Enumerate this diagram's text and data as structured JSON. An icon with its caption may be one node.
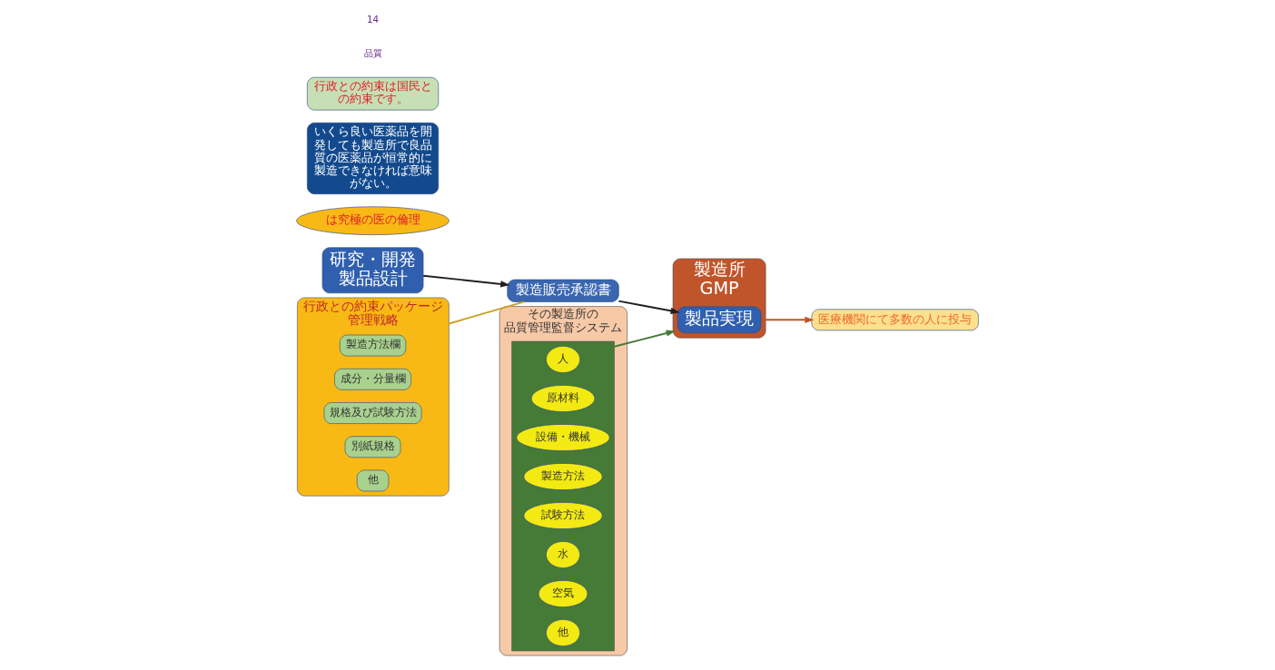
{
  "diagram": {
    "nodes": [
      {
        "text": [
          "研究・開発",
          "製品設計"
        ]
      },
      {
        "text": [
          "製造販売承認書"
        ]
      },
      {
        "text": [
          "製造所",
          "GMP"
        ]
      },
      {
        "text": [
          "製品実現"
        ],
        "in": 2
      },
      {
        "text": [
          "行政との約束パッケージ",
          "管理戦略"
        ]
      },
      {
        "text": [
          "製造方法欄"
        ],
        "in": 4
      },
      {
        "text": [
          "成分・分量欄"
        ],
        "in": 4
      },
      {
        "text": [
          "規格及び試験方法"
        ],
        "in": 4
      },
      {
        "text": [
          "別紙規格"
        ],
        "in": 4
      },
      {
        "text": [
          "他"
        ],
        "in": 4
      },
      {
        "text": [
          "その製造所の",
          "品質管理監督システム"
        ]
      },
      {
        "text": [],
        "shape": "box",
        "in": 10
      },
      {
        "text": [
          "人"
        ],
        "in": 11
      },
      {
        "text": [
          "原材料"
        ],
        "in": 11
      },
      {
        "text": [
          "設備・機械"
        ],
        "in": 11
      },
      {
        "text": [
          "製造方法"
        ],
        "in": 11
      },
      {
        "text": [
          "試験方法"
        ],
        "in": 11
      },
      {
        "text": [
          "水"
        ],
        "in": 11
      },
      {
        "text": [
          "空気"
        ],
        "in": 11
      },
      {
        "text": [
          "他"
        ],
        "in": 11
      },
      {
        "text": [
          "は究極の医の倫理"
        ]
      },
      {
        "text": [
          "医療機関にて多数の人に投与"
        ]
      },
      {
        "text": [
          "いくら良い医薬品を開発しても製造所で良品質の医薬品が恒常的に製造できなければ意味がない。"
        ]
      },
      {
        "text": [
          "行政との約束は国民との約束です。"
        ]
      }
    ],
    "edges": [
      {
        "from": 0,
        "to": 1,
        "arrow": "to",
        "color": "#231f20"
      },
      {
        "from": 1,
        "to": 3,
        "arrow": "to",
        "color": "#231f20"
      },
      {
        "from": 4,
        "to": 1,
        "arrow": "none",
        "color": "#c9a227"
      },
      {
        "from": 2,
        "to": 21,
        "arrow": "to",
        "color": "#c0542a"
      },
      {
        "from": 11,
        "to": 2,
        "arrow": "to",
        "color": "#467a37"
      }
    ],
    "labels": [
      "品質",
      "14"
    ]
  }
}
